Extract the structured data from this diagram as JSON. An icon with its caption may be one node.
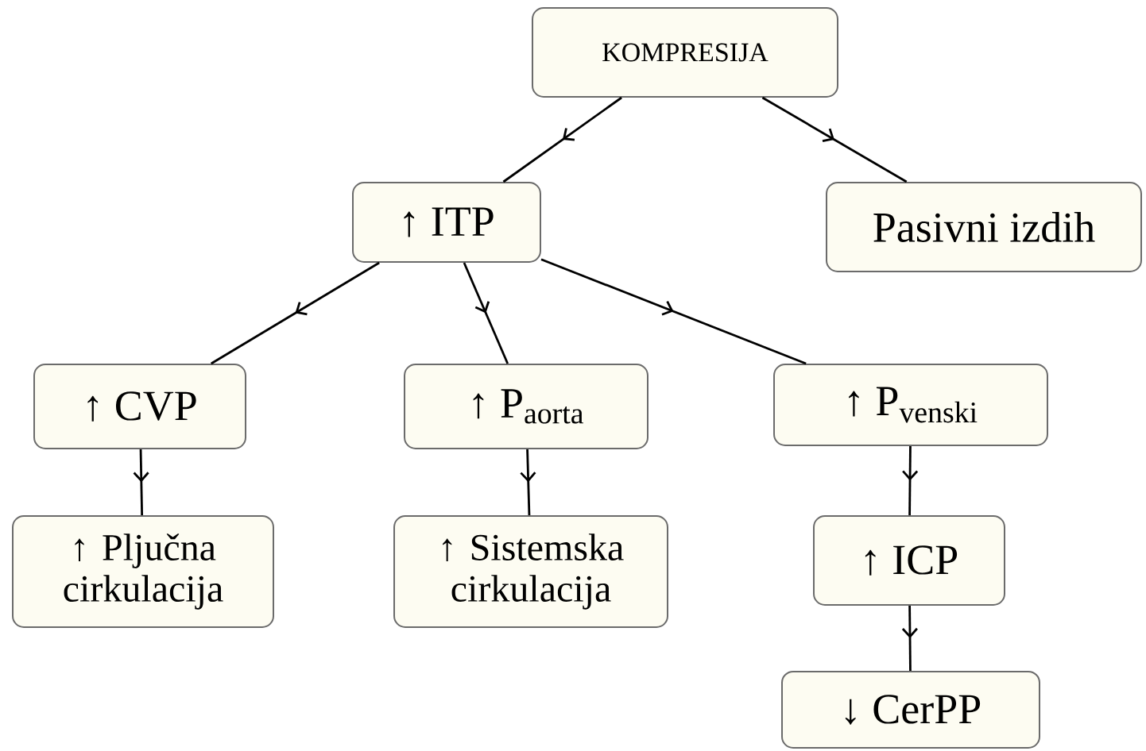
{
  "diagram": {
    "nodes": [
      {
        "text": [
          "KOMPRESIJA"
        ]
      },
      {
        "text": [
          "↑ ITP"
        ]
      },
      {
        "text": [
          "Pasivni izdih"
        ]
      },
      {
        "text": [
          "↑ CVP"
        ]
      },
      {
        "text": [
          "↑ P$_{aorta}$"
        ]
      },
      {
        "text": [
          "↑ P$_{venski}$"
        ]
      },
      {
        "text": [
          "↑ Pljučna cirkulacija"
        ]
      },
      {
        "text": [
          "↑ Sistemska cirkulacija"
        ]
      },
      {
        "text": [
          "↑ ICP"
        ]
      },
      {
        "text": [
          "↓ CerPP"
        ]
      }
    ],
    "edges": [
      {
        "from": 0,
        "to": 1,
        "arrow": "to"
      },
      {
        "from": 0,
        "to": 2,
        "arrow": "to"
      },
      {
        "from": 1,
        "to": 3,
        "arrow": "to"
      },
      {
        "from": 1,
        "to": 4,
        "arrow": "to"
      },
      {
        "from": 1,
        "to": 5,
        "arrow": "to"
      },
      {
        "from": 3,
        "to": 6,
        "arrow": "to"
      },
      {
        "from": 4,
        "to": 7,
        "arrow": "to"
      },
      {
        "from": 5,
        "to": 8,
        "arrow": "to"
      },
      {
        "from": 8,
        "to": 9,
        "arrow": "to"
      }
    ]
  }
}
